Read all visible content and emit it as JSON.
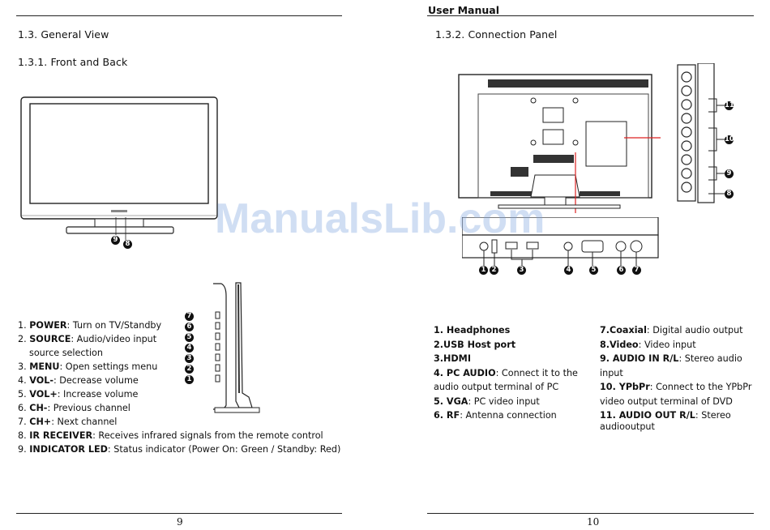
{
  "header": {
    "manual_title": "User Manual"
  },
  "left": {
    "section_title": "1.3.  General View",
    "subsection_title": "1.3.1.   Front and Back",
    "items": [
      {
        "num": "1. ",
        "name": "POWER",
        "desc": ": Turn on TV/Standby"
      },
      {
        "num": "2. ",
        "name": "SOURCE",
        "desc": ": Audio/video input"
      },
      {
        "num": "",
        "name": "",
        "desc": "source selection"
      },
      {
        "num": "3. ",
        "name": "MENU",
        "desc": ": Open settings menu"
      },
      {
        "num": "4. ",
        "name": "VOL-",
        "desc": ": Decrease volume"
      },
      {
        "num": "5. ",
        "name": "VOL+",
        "desc": ": Increase volume"
      },
      {
        "num": "6. ",
        "name": "CH-",
        "desc": ": Previous channel"
      },
      {
        "num": "7. ",
        "name": "CH+",
        "desc": ": Next channel"
      },
      {
        "num": "8. ",
        "name": "IR RECEIVER",
        "desc": ": Receives infrared signals from the remote control"
      },
      {
        "num": "9. ",
        "name": "INDICATOR LED",
        "desc": ": Status indicator (Power On: Green / Standby: Red)"
      }
    ],
    "front_markers": [
      "9",
      "8"
    ],
    "side_markers": [
      "7",
      "6",
      "5",
      "4",
      "3",
      "2",
      "1"
    ],
    "page_number": "9"
  },
  "right": {
    "subsection_title": "1.3.2.   Connection Panel",
    "col1": [
      {
        "name": "1. Headphones",
        "desc": ""
      },
      {
        "name": "2.USB Host port",
        "desc": ""
      },
      {
        "name": "3.HDMI",
        "desc": ""
      },
      {
        "name": " 4. PC AUDIO",
        "desc": ": Connect it to the"
      },
      {
        "name": "",
        "desc": "audio output terminal of PC"
      },
      {
        "name": "5. VGA",
        "desc": ": PC video input"
      },
      {
        "name": "6. RF",
        "desc": ": Antenna connection"
      }
    ],
    "col2": [
      {
        "name": "7.Coaxial",
        "desc": ": Digital audio output"
      },
      {
        "name": "8.Video",
        "desc": ":  Video input"
      },
      {
        "name": "9. AUDIO IN R/L",
        "desc": ":  Stereo audio"
      },
      {
        "name": "",
        "desc": "input"
      },
      {
        "name": "10. YPbPr",
        "desc": ":  Connect to the YPbPr"
      },
      {
        "name": "",
        "desc": "video output terminal of DVD"
      },
      {
        "name": "11. AUDIO OUT R/L",
        "desc": ":  Stereo"
      },
      {
        "name": "",
        "desc": "audiooutput"
      }
    ],
    "panel_markers": [
      "1",
      "2",
      "3",
      "4",
      "5",
      "6",
      "7"
    ],
    "side_markers": [
      "11",
      "10",
      "9",
      "8"
    ],
    "page_number": "10"
  },
  "watermark": "ManualsLib.com"
}
